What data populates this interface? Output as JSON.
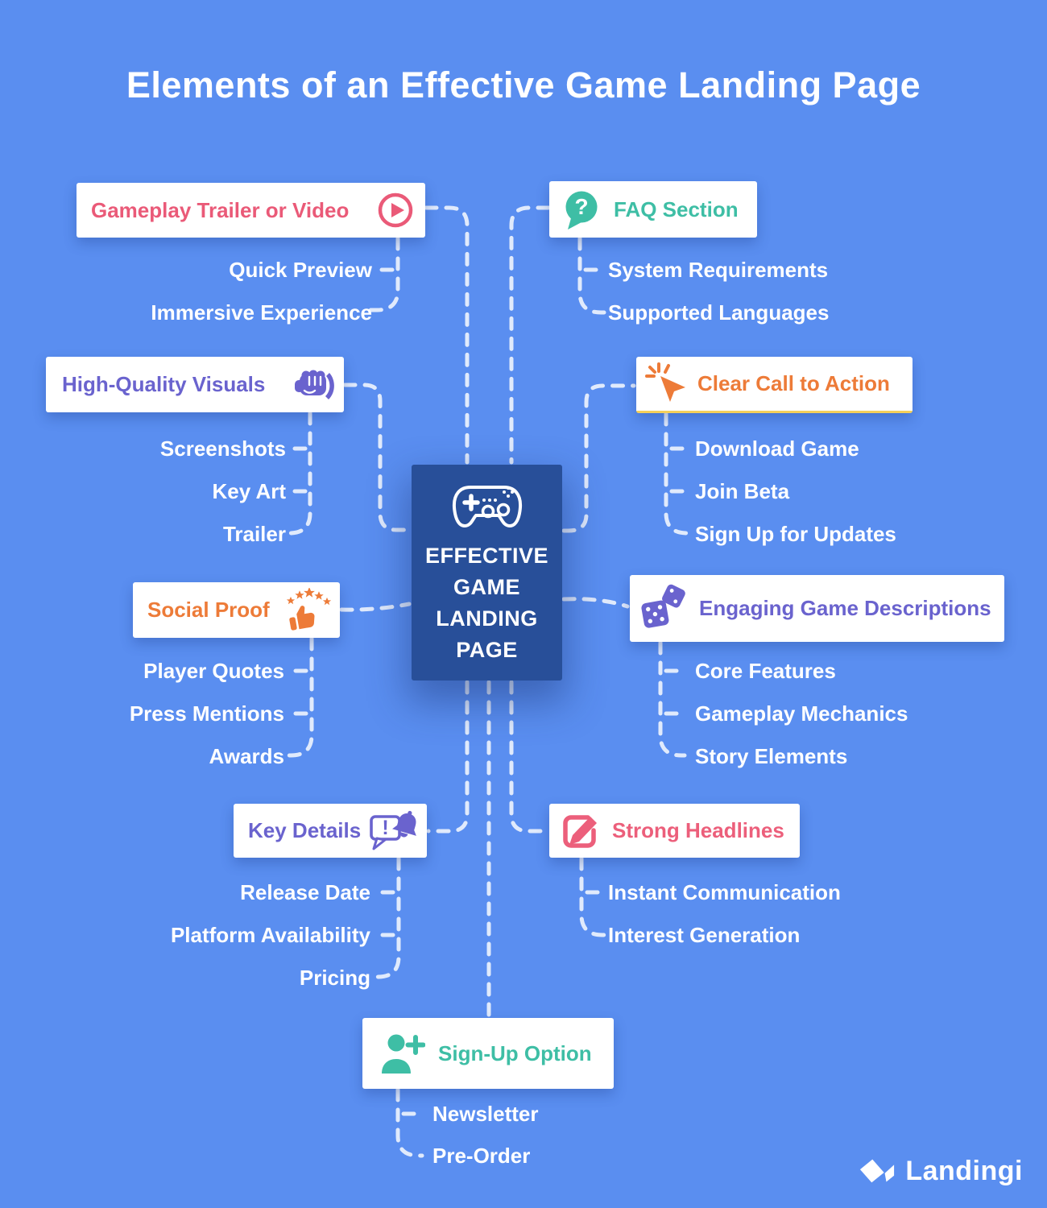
{
  "title": "Elements of an Effective Game Landing Page",
  "center": {
    "icon": "gamepad-icon",
    "lines": [
      "EFFECTIVE",
      "GAME",
      "LANDING",
      "PAGE"
    ]
  },
  "branches": [
    {
      "id": "gameplay-trailer",
      "label": "Gameplay Trailer or Video",
      "icon": "play-icon",
      "color": "#EA5A78",
      "items": [
        "Quick Preview",
        "Immersive Experience"
      ]
    },
    {
      "id": "faq-section",
      "label": "FAQ Section",
      "icon": "question-bubble-icon",
      "color": "#3EBEA5",
      "items": [
        "System Requirements",
        "Supported Languages"
      ]
    },
    {
      "id": "high-quality-visuals",
      "label": "High-Quality Visuals",
      "icon": "fist-icon",
      "color": "#6A63CE",
      "items": [
        "Screenshots",
        "Key Art",
        "Trailer"
      ]
    },
    {
      "id": "clear-call-to-action",
      "label": "Clear Call to Action",
      "icon": "cursor-click-icon",
      "color": "#ED7B38",
      "items": [
        "Download Game",
        "Join Beta",
        "Sign Up for Updates"
      ]
    },
    {
      "id": "social-proof",
      "label": "Social Proof",
      "icon": "thumbs-up-stars-icon",
      "color": "#ED7B38",
      "items": [
        "Player Quotes",
        "Press Mentions",
        "Awards"
      ]
    },
    {
      "id": "engaging-game-descriptions",
      "label": "Engaging Game Descriptions",
      "icon": "dice-icon",
      "color": "#6A63CE",
      "items": [
        "Core Features",
        "Gameplay Mechanics",
        "Story Elements"
      ]
    },
    {
      "id": "key-details",
      "label": "Key Details",
      "icon": "alert-bell-icon",
      "color": "#6A63CE",
      "items": [
        "Release Date",
        "Platform Availability",
        "Pricing"
      ]
    },
    {
      "id": "strong-headlines",
      "label": "Strong Headlines",
      "icon": "edit-icon",
      "color": "#EC5F7B",
      "items": [
        "Instant Communication",
        "Interest Generation"
      ]
    },
    {
      "id": "sign-up-option",
      "label": "Sign-Up Option",
      "icon": "person-plus-icon",
      "color": "#3EBEA5",
      "items": [
        "Newsletter",
        "Pre-Order"
      ]
    }
  ],
  "glyphs": {
    "question": "?",
    "exclamation": "!"
  },
  "footer": {
    "brand": "Landingi",
    "icon": "landingi-logo-icon"
  },
  "colors": {
    "background": "#5A8EF0",
    "center_bg": "#284F99",
    "card_bg": "#FFFFFF",
    "connector": "#E8EFFC",
    "pink": "#EA5A78",
    "teal": "#3EBEA5",
    "purple": "#6A63CE",
    "orange": "#ED7B38",
    "cta_underline": "#F5D05A",
    "text_white": "#FFFFFF"
  }
}
